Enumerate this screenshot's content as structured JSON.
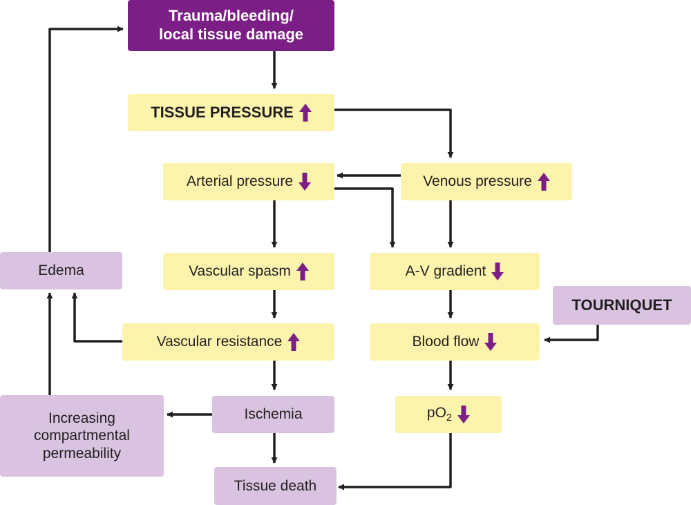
{
  "colors": {
    "trigger_fill": "#7b1f86",
    "process_fill": "#fcf3ad",
    "outcome_fill": "#d9c3e0",
    "indicator_arrow": "#7b1f86",
    "connector": "#231f20"
  },
  "nodes": {
    "trauma": {
      "label": "Trauma/bleeding/\nlocal tissue damage"
    },
    "tissue_pressure": {
      "label": "TISSUE PRESSURE",
      "trend": "up"
    },
    "arterial_pressure": {
      "label": "Arterial pressure",
      "trend": "down"
    },
    "venous_pressure": {
      "label": "Venous pressure",
      "trend": "up"
    },
    "edema": {
      "label": "Edema"
    },
    "vascular_spasm": {
      "label": "Vascular spasm",
      "trend": "up"
    },
    "av_gradient": {
      "label": "A-V gradient",
      "trend": "down"
    },
    "tourniquet": {
      "label": "TOURNIQUET"
    },
    "vascular_resistance": {
      "label": "Vascular resistance",
      "trend": "up"
    },
    "blood_flow": {
      "label": "Blood flow",
      "trend": "down"
    },
    "permeability": {
      "label": "Increasing\ncompartmental\npermeability"
    },
    "ischemia": {
      "label": "Ischemia"
    },
    "po2": {
      "label": "pO",
      "label_sub": "2",
      "trend": "down"
    },
    "tissue_death": {
      "label": "Tissue death"
    }
  },
  "edges": [
    {
      "from": "Trauma/bleeding/local tissue damage",
      "to": "TISSUE PRESSURE"
    },
    {
      "from": "TISSUE PRESSURE",
      "to": "Venous pressure"
    },
    {
      "from": "Venous pressure",
      "to": "Arterial pressure"
    },
    {
      "from": "Venous pressure",
      "to": "A-V gradient"
    },
    {
      "from": "Arterial pressure",
      "to": "Vascular spasm"
    },
    {
      "from": "Arterial pressure",
      "to": "A-V gradient"
    },
    {
      "from": "Vascular spasm",
      "to": "Vascular resistance"
    },
    {
      "from": "Vascular resistance",
      "to": "Edema"
    },
    {
      "from": "Vascular resistance",
      "to": "Ischemia"
    },
    {
      "from": "A-V gradient",
      "to": "Blood flow"
    },
    {
      "from": "TOURNIQUET",
      "to": "Blood flow"
    },
    {
      "from": "Blood flow",
      "to": "pO2"
    },
    {
      "from": "pO2",
      "to": "Tissue death"
    },
    {
      "from": "Ischemia",
      "to": "Increasing compartmental permeability"
    },
    {
      "from": "Ischemia",
      "to": "Tissue death"
    },
    {
      "from": "Increasing compartmental permeability",
      "to": "Edema"
    },
    {
      "from": "Edema",
      "to": "Trauma/bleeding/local tissue damage"
    }
  ]
}
